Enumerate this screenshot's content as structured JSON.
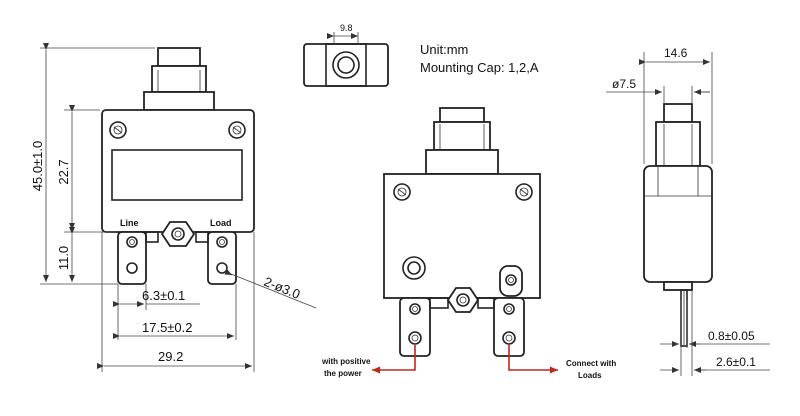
{
  "units_label": "Unit:mm",
  "mounting_cap_label": "Mounting Cap: 1,2,A",
  "terminal_labels": {
    "line": "Line",
    "load": "Load"
  },
  "dimensions": {
    "overall_height": "45.0±1.0",
    "body_height": "22.7",
    "terminal_length": "11.0",
    "terminal_width": "6.3±0.1",
    "terminal_spacing": "17.5±0.2",
    "body_width": "29.2",
    "mounting_holes": "2-ø3.0",
    "cap_width": "9.8",
    "side_width": "14.6",
    "button_diameter": "ø7.5",
    "terminal_thickness": "0.8±0.05",
    "terminal_base": "2.6±0.1"
  },
  "wiring_notes": {
    "positive_line1": "with positive",
    "positive_line2": "the power",
    "load_line1": "Connect with",
    "load_line2": "Loads"
  },
  "colors": {
    "line": "#222222",
    "arrow": "#c0281c",
    "background": "#ffffff"
  }
}
